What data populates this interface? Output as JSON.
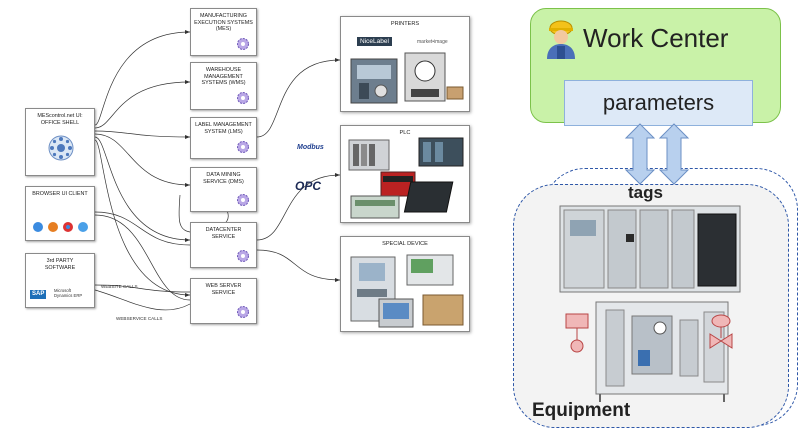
{
  "left_diagram": {
    "services": [
      {
        "label": "MANUFACTURING EXECUTION SYSTEMS (MES)"
      },
      {
        "label": "WAREHOUSE MANAGEMENT SYSTEMS (WMS)"
      },
      {
        "label": "LABEL MANAGEMENT SYSTEM (LMS)"
      },
      {
        "label": "DATA MINING SERVICE (DMS)"
      },
      {
        "label": "DATACENTER SERVICE"
      },
      {
        "label": "WEB SERVER SERVICE"
      }
    ],
    "clients": [
      {
        "label": "MEScontrol.net UI: OFFICE SHELL"
      },
      {
        "label": "BROWSER UI CLIENT"
      },
      {
        "label": "3rd PARTY SOFTWARE"
      }
    ],
    "devices": [
      {
        "label": "PRINTERS",
        "logos": [
          "NiceLabel",
          "market•image"
        ]
      },
      {
        "label": "PLC",
        "logos": [
          "Modbus",
          "OPC"
        ]
      },
      {
        "label": "SPECIAL DEVICE"
      }
    ],
    "connector_labels": {
      "website_calls": "WEBSITE CALLS",
      "webservice_calls": "WEBSERVICE CALLS"
    },
    "third_party_logos": {
      "sap": "SAP",
      "microsoft_line1": "Microsoft",
      "microsoft_line2": "Dynamics ERP"
    }
  },
  "right_diagram": {
    "work_center_title": "Work Center",
    "parameters_label": "parameters",
    "tags_label": "tags",
    "equipment_label": "Equipment"
  },
  "colors": {
    "work_center_fill": "#c9f2a8",
    "parameters_fill": "#dde9f7",
    "arrow_fill": "#b8d0ee",
    "dashed_border": "#2e57a8"
  }
}
